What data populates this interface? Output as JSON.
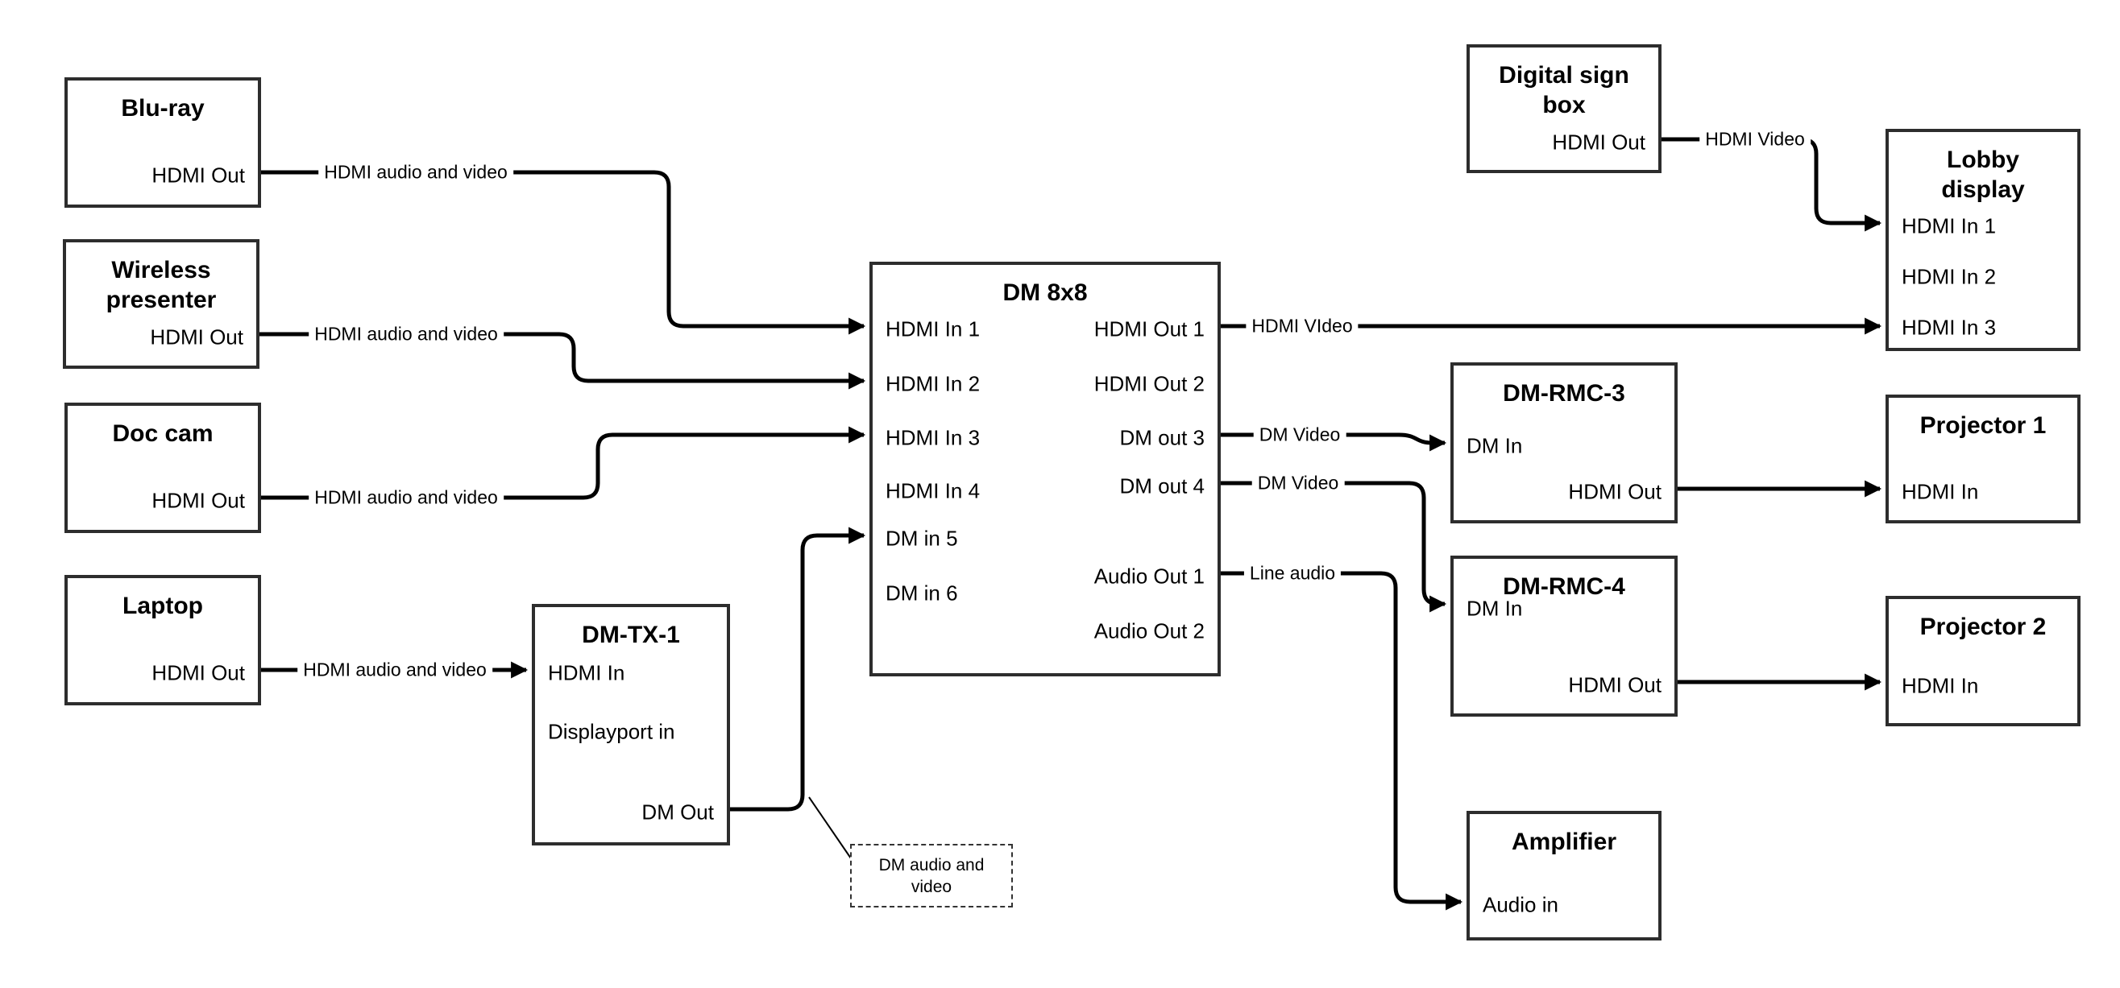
{
  "diagram": {
    "boxes": {
      "bluray": {
        "title": "Blu-ray",
        "port": "HDMI Out"
      },
      "wireless": {
        "title": "Wireless presenter",
        "port": "HDMI Out"
      },
      "doccam": {
        "title": "Doc cam",
        "port": "HDMI Out"
      },
      "laptop": {
        "title": "Laptop",
        "port": "HDMI Out"
      },
      "dmtx1": {
        "title": "DM-TX-1",
        "ports": {
          "hdmi_in": "HDMI In",
          "displayport_in": "Displayport in",
          "dm_out": "DM Out"
        }
      },
      "dm8x8": {
        "title": "DM 8x8",
        "inputs": [
          "HDMI In 1",
          "HDMI In 2",
          "HDMI In 3",
          "HDMI In 4",
          "DM in 5",
          "DM in 6"
        ],
        "outputs": [
          "HDMI Out 1",
          "HDMI Out 2",
          "DM out 3",
          "DM out 4",
          "Audio Out 1",
          "Audio Out 2"
        ]
      },
      "digital_sign": {
        "title": "Digital sign box",
        "port": "HDMI Out"
      },
      "lobby": {
        "title": "Lobby display",
        "ports": [
          "HDMI In 1",
          "HDMI In 2",
          "HDMI In 3"
        ]
      },
      "dmrmc3": {
        "title": "DM-RMC-3",
        "ports": {
          "dm_in": "DM In",
          "hdmi_out": "HDMI Out"
        }
      },
      "dmrmc4": {
        "title": "DM-RMC-4",
        "ports": {
          "dm_in": "DM In",
          "hdmi_out": "HDMI Out"
        }
      },
      "proj1": {
        "title": "Projector 1",
        "port": "HDMI In"
      },
      "proj2": {
        "title": "Projector 2",
        "port": "HDMI In"
      },
      "amplifier": {
        "title": "Amplifier",
        "port": "Audio in"
      }
    },
    "connection_labels": {
      "bluray_to_dm": "HDMI audio and video",
      "wireless_to_dm": "HDMI audio and video",
      "doccam_to_dm": "HDMI audio and video",
      "laptop_to_dmtx": "HDMI audio and video",
      "hdmi_out1_to_lobby": "HDMI VIdeo",
      "dm_out3_to_rmc3": "DM Video",
      "dm_out4_to_rmc4": "DM Video",
      "audio_out1_to_amp": "Line audio",
      "sign_to_lobby": "HDMI Video"
    },
    "note": "DM audio and video"
  },
  "colors": {
    "background": "#ffffff",
    "box_border": "#2d2d2d",
    "line": "#000000",
    "text": "#000000"
  }
}
